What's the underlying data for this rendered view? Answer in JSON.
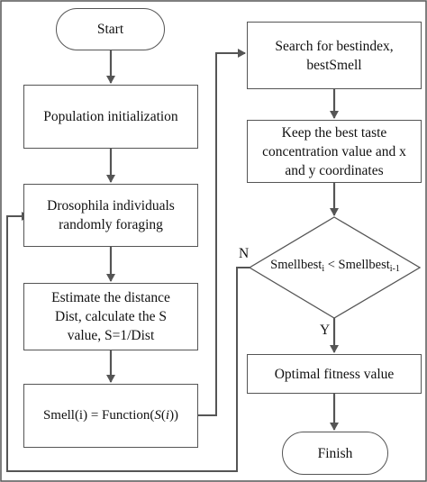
{
  "nodes": {
    "start": "Start",
    "population": "Population initialization",
    "foraging": "Drosophila individuals randomly foraging",
    "estimate": "Estimate the distance Dist, calculate the S value, S=1/Dist",
    "smell_func": {
      "lhs": "Smell(i) = Function(",
      "arg_s": "S",
      "open": "(",
      "arg_i": "i",
      "close": "))"
    },
    "search": "Search for bestindex, bestSmell",
    "keep": "Keep the best taste concentration value and x and y coordinates",
    "decision": {
      "a": "Smellbest",
      "a_sub": "i",
      "op": " < ",
      "b": "Smellbest",
      "b_sub": "i-1"
    },
    "optimal": "Optimal fitness value",
    "finish": "Finish"
  },
  "branch_labels": {
    "no": "N",
    "yes": "Y"
  },
  "colors": {
    "stroke": "#555555",
    "text": "#111111",
    "background": "#ffffff"
  }
}
